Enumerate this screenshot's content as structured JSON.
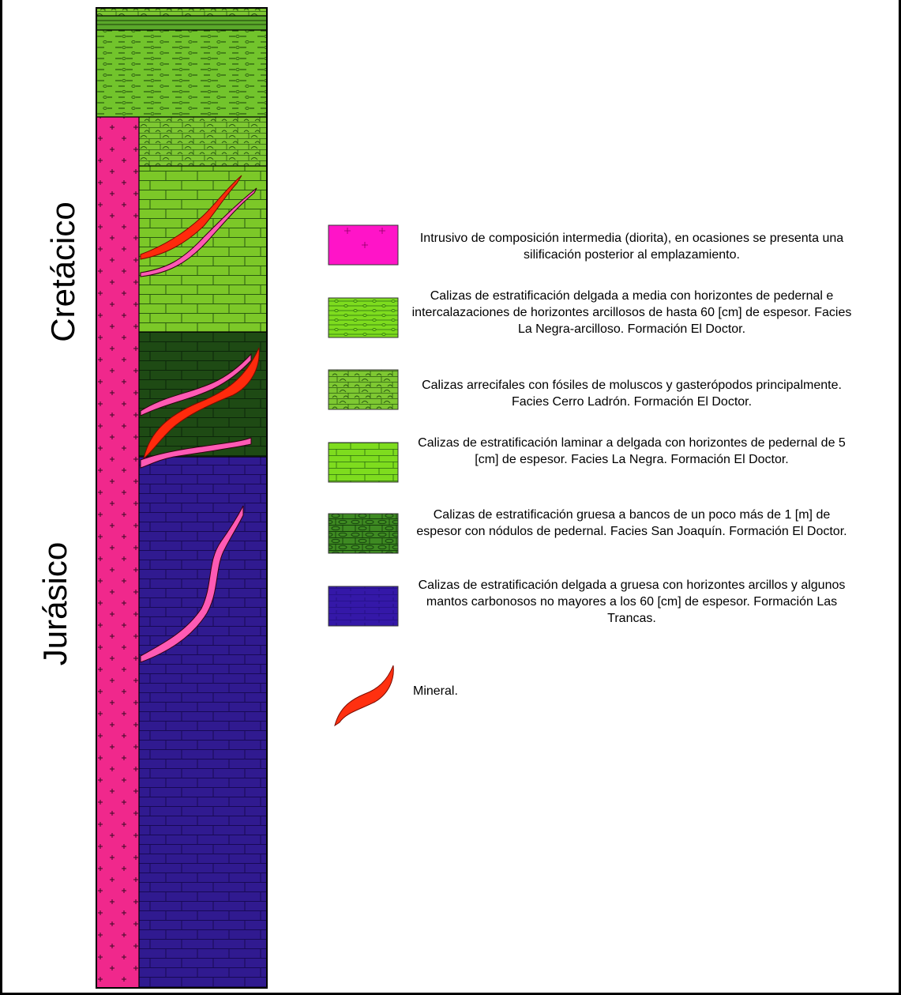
{
  "eras": {
    "upper": "Cretácico",
    "lower": "Jurásico"
  },
  "legend": [
    {
      "id": "intrusive",
      "text": "Intrusivo de composición intermedia (diorita), en ocasiones se presenta una silificación posterior al emplazamiento.",
      "color": "#ff14c8"
    },
    {
      "id": "la-negra-arcilloso",
      "text": "Calizas de estratificación delgada a media con horizontes de pedernal e intercalazaciones de horizontes arcillosos de hasta 60 [cm] de espesor. Facies La Negra-arcilloso. Formación El Doctor.",
      "color": "#72d42c"
    },
    {
      "id": "cerro-ladron",
      "text": "Calizas arrecifales con fósiles de moluscos y gasterópodos principalmente. Facies Cerro Ladrón. Formación El Doctor.",
      "color": "#7ad232"
    },
    {
      "id": "la-negra",
      "text": "Calizas de estratificación laminar a delgada con horizontes de pedernal de 5 [cm] de espesor. Facies La Negra. Formación El Doctor.",
      "color": "#7edc1e"
    },
    {
      "id": "san-joaquin",
      "text": "Calizas de estratificación gruesa a bancos de un poco más de 1 [m] de espesor con nódulos de pedernal. Facies San Joaquín. Formación El Doctor.",
      "color": "#3e8a22"
    },
    {
      "id": "las-trancas",
      "text": "Calizas de estratificación delgada a gruesa con horizontes arcillos y algunos mantos carbonosos no mayores a los 60 [cm] de espesor. Formación Las Trancas.",
      "color": "#3418a8"
    },
    {
      "id": "mineral",
      "text": "Mineral.",
      "color": "#ff3010"
    }
  ],
  "colors": {
    "intrusive_column": "#f0288c",
    "dark_green": "#1e4a14",
    "trancas": "#301a90",
    "mineral": "#ff2a0c",
    "dike": "#ff5ab4"
  }
}
